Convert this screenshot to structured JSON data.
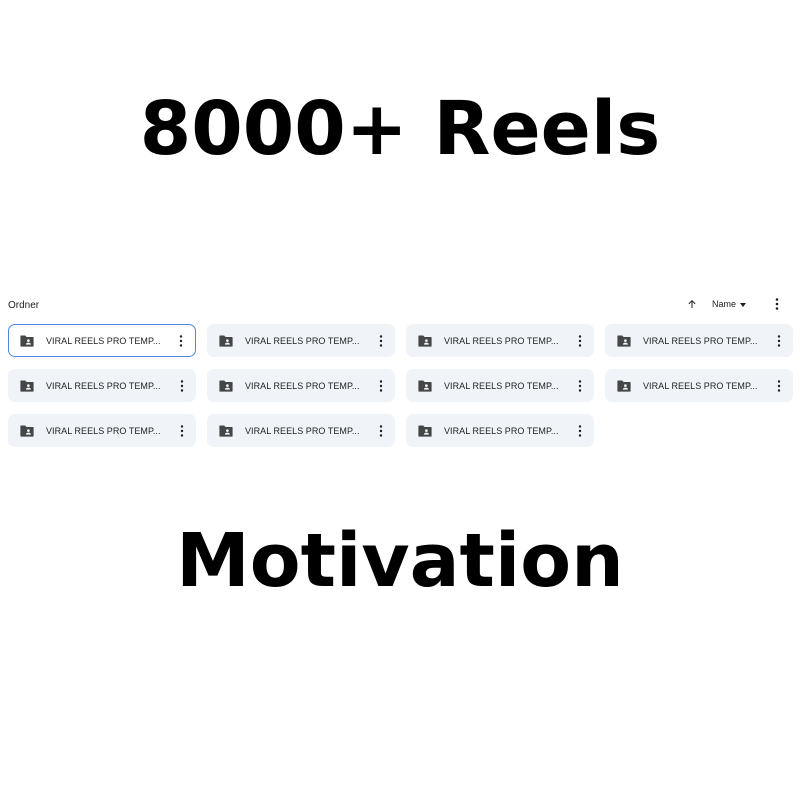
{
  "headline_top": "8000+ Reels",
  "headline_bottom": "Motivation",
  "toolbar": {
    "section_label": "Ordner",
    "sort_label": "Name",
    "sort_direction_icon": "arrow-up-icon",
    "more_icon": "more-vertical-icon"
  },
  "folders": [
    {
      "name": "VIRAL REELS PRO TEMP...",
      "selected": true
    },
    {
      "name": "VIRAL REELS PRO TEMP...",
      "selected": false
    },
    {
      "name": "VIRAL REELS PRO TEMP...",
      "selected": false
    },
    {
      "name": "VIRAL REELS PRO TEMP...",
      "selected": false
    },
    {
      "name": "VIRAL REELS PRO TEMP...",
      "selected": false
    },
    {
      "name": "VIRAL REELS PRO TEMP...",
      "selected": false
    },
    {
      "name": "VIRAL REELS PRO TEMP...",
      "selected": false
    },
    {
      "name": "VIRAL REELS PRO TEMP...",
      "selected": false
    },
    {
      "name": "VIRAL REELS PRO TEMP...",
      "selected": false
    },
    {
      "name": "VIRAL REELS PRO TEMP...",
      "selected": false
    },
    {
      "name": "VIRAL REELS PRO TEMP...",
      "selected": false
    }
  ],
  "colors": {
    "card_background": "#f0f4f9",
    "selected_border": "#4f86dd",
    "icon": "#444746",
    "text": "#1f1f1f"
  }
}
